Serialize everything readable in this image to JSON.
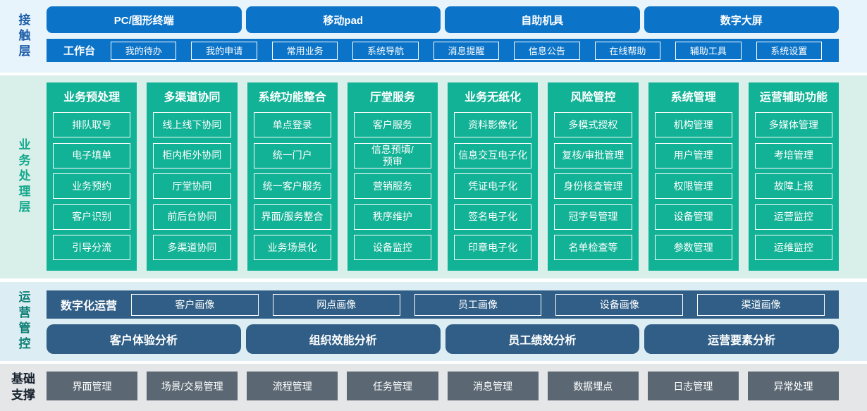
{
  "colors": {
    "terminal_blue": "#0C74C8",
    "top_bg": "#E8F4FB",
    "business_teal": "#12B296",
    "business_bg": "#D9F0EA",
    "ops_slate_blue": "#305E86",
    "ops_bg": "#DCEEF3",
    "base_gray": "#5B6873",
    "base_bg": "#E4E6E8",
    "contact_label_color": "#1A5CA8",
    "business_label_color": "#15A98E",
    "ops_label_color": "#0E7F74",
    "base_label_color": "#18222E"
  },
  "contact": {
    "label": "接触层",
    "terminals": [
      "PC/图形终端",
      "移动pad",
      "自助机具",
      "数字大屏"
    ],
    "workbench_label": "工作台",
    "workbench_items": [
      "我的待办",
      "我的申请",
      "常用业务",
      "系统导航",
      "消息提醒",
      "信息公告",
      "在线帮助",
      "辅助工具",
      "系统设置"
    ]
  },
  "business": {
    "label": "业务处理层",
    "columns": [
      {
        "title": "业务预处理",
        "items": [
          "排队取号",
          "电子填单",
          "业务预约",
          "客户识别",
          "引导分流"
        ]
      },
      {
        "title": "多渠道协同",
        "items": [
          "线上线下协同",
          "柜内柜外协同",
          "厅堂协同",
          "前后台协同",
          "多渠道协同"
        ]
      },
      {
        "title": "系统功能整合",
        "items": [
          "单点登录",
          "统一门户",
          "统一客户服务",
          "界面/服务整合",
          "业务场景化"
        ]
      },
      {
        "title": "厅堂服务",
        "items": [
          "客户服务",
          "信息预填/\n预审",
          "营销服务",
          "秩序维护",
          "设备监控"
        ]
      },
      {
        "title": "业务无纸化",
        "items": [
          "资料影像化",
          "信息交互电子化",
          "凭证电子化",
          "签名电子化",
          "印章电子化"
        ]
      },
      {
        "title": "风险管控",
        "items": [
          "多模式授权",
          "复核/审批管理",
          "身份核查管理",
          "冠字号管理",
          "名单检查等"
        ]
      },
      {
        "title": "系统管理",
        "items": [
          "机构管理",
          "用户管理",
          "权限管理",
          "设备管理",
          "参数管理"
        ]
      },
      {
        "title": "运营辅助功能",
        "items": [
          "多媒体管理",
          "考培管理",
          "故障上报",
          "运营监控",
          "运维监控"
        ]
      }
    ]
  },
  "ops": {
    "label": "运营管控",
    "digital_label": "数字化运营",
    "profiles": [
      "客户画像",
      "网点画像",
      "员工画像",
      "设备画像",
      "渠道画像"
    ],
    "analyses": [
      "客户体验分析",
      "组织效能分析",
      "员工绩效分析",
      "运营要素分析"
    ]
  },
  "base": {
    "label": "基础\n支撑",
    "items": [
      "界面管理",
      "场景/交易管理",
      "流程管理",
      "任务管理",
      "消息管理",
      "数据埋点",
      "日志管理",
      "异常处理"
    ]
  }
}
